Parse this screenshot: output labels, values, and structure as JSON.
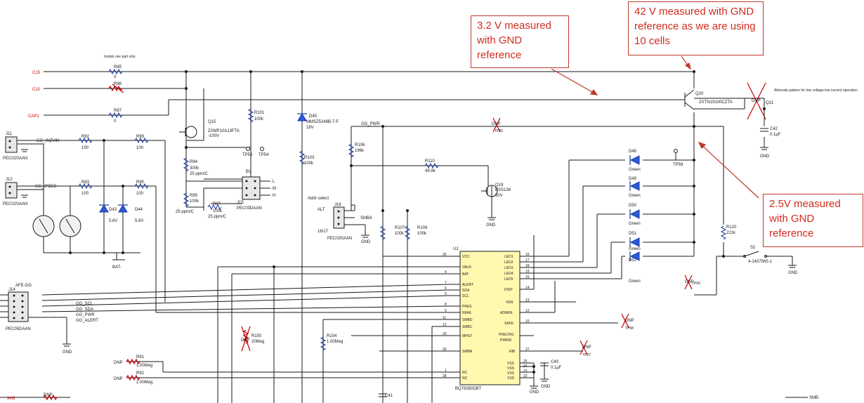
{
  "annotations": {
    "a1": "3.2 V measured with GND reference",
    "a2": "42 V measured with GND reference as we are using 10 cells",
    "a3": "2.5V measured with GND reference"
  },
  "notes": {
    "top": "Instals one part only",
    "alt": "Alternate pattern for low voltage low current operation",
    "addr": "Addr select"
  },
  "nets": {
    "c15": "C15",
    "c10": "C10",
    "cap1": "CAP1",
    "gg_inzvin": "GG_INZVIN",
    "gg_pbes": "GG_/PBES",
    "gg_pwr": "GG_PWR",
    "afe": "AFE-GG",
    "scl": "GG_SCL",
    "sda": "GG_SDA",
    "pwr": "GG_PWR",
    "alert": "GG_ALERT",
    "smb": "SMB",
    "smba": "SMBA",
    "bat": "BAT-",
    "g34": "34G"
  },
  "parts": {
    "r85": "R85",
    "r86": "R86",
    "r87": "R87",
    "r82": "R82",
    "r83": "R83",
    "r89": "R89",
    "r90": "R90",
    "r101": "R101",
    "r103": "R103",
    "r94": "R94",
    "r95": "R95",
    "r97": "R97",
    "r106": "R106",
    "r110": "R110",
    "r107": "R107",
    "r109": "R109",
    "r104": "R104",
    "r120": "R120",
    "r91": "R91",
    "r92": "R92",
    "r150": "R150",
    "q15": "Q15",
    "q15v": "ZXMP10A13FTA",
    "q15m": "-100V",
    "q19": "Q19",
    "q19v": "BSS138",
    "q19m": "50V",
    "q20": "Q20",
    "q20v": "ZXTN19100CZTA",
    "q21": "Q21",
    "d45": "D45",
    "d45v": "MMSZ5248B-7-F",
    "d45m": "18V",
    "d43": "D43",
    "d44": "D44",
    "z56": "5.6V",
    "d48": "D48",
    "d49": "D49",
    "d50": "D50",
    "d51": "D51",
    "d52": "D52",
    "green": "Green",
    "j11": "J11",
    "j12": "J12",
    "j14": "J14",
    "j15": "J15",
    "j16": "J16",
    "j11v": "PEC02SAAN",
    "j14v": "PEC05DAAN",
    "j15v": "PEC03DAAN",
    "j16v": "PEC03SAAN",
    "alt": "ALT",
    "alt2": "16/17",
    "bv": "BV",
    "l": "L",
    "m": "M",
    "h": "H",
    "tp53": "TP53",
    "tp54": "TP54",
    "tp55": "TP55",
    "tp56": "TP56",
    "tp57": "TP57",
    "tp58": "TP58",
    "tp59": "TP59",
    "tp60": "TP60",
    "c41": "C41",
    "c42": "C42",
    "c40": "C40",
    "c01": "0.1µF",
    "s2": "S2",
    "s2v": "4-1437565-1",
    "u2": "U2",
    "u2v": "BQ78350DBT",
    "v0": "0",
    "v100": "100",
    "v100k": "100k",
    "v300k": "300k",
    "v25": "25 ppm/C",
    "v196k": "196k",
    "v499": "49.9k",
    "v221k": "221k",
    "v1m": "1.00Meg",
    "v20m": "20Meg",
    "gnd": "GND",
    "dnp": "DNP"
  },
  "ic_left": [
    "VCC",
    "VAUX",
    "BAT",
    "ALERT",
    "SDA",
    "SCL",
    "PRES",
    "NFAIL",
    "SMBD",
    "SMBC",
    "MHST",
    "SMBA",
    "NC",
    "NC"
  ],
  "ic_left_pins": [
    "26",
    "",
    "4",
    "7",
    "6",
    "5",
    "8",
    "9",
    "11",
    "12",
    "20",
    "30",
    "1",
    "28"
  ],
  "ic_right": [
    "LED1",
    "LED2",
    "LED3",
    "LED4",
    "LED5",
    "DISP",
    "VEN",
    "ADREN",
    "SAFE",
    "PRECHG",
    "PWRM",
    "RBI",
    "VSS",
    "VSS",
    "VSS",
    "VSS"
  ],
  "ic_right_pins": [
    "16",
    "17",
    "18",
    "19",
    "15",
    "14",
    "13",
    "12",
    "10",
    "",
    "",
    "27",
    "25",
    "24",
    "23",
    "22"
  ]
}
